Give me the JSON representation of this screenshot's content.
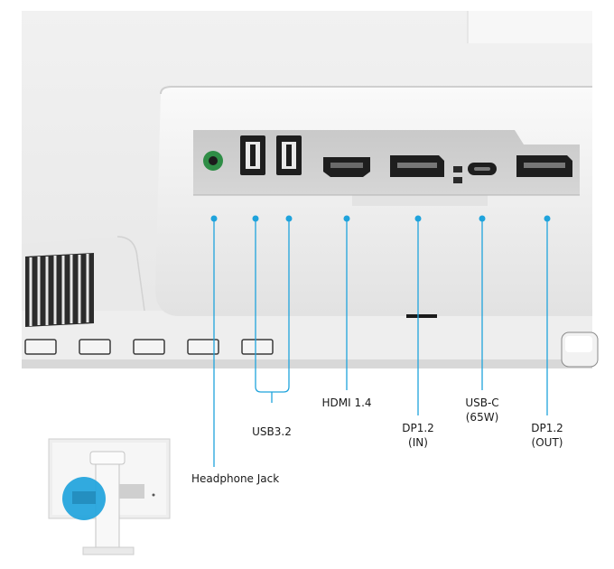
{
  "accent_color": "#1fa3dc",
  "ports": [
    {
      "id": "headphone-jack",
      "icon": "headphone-jack-icon"
    },
    {
      "id": "usb-a-1",
      "icon": "usb-a-icon"
    },
    {
      "id": "usb-a-2",
      "icon": "usb-a-icon"
    },
    {
      "id": "hdmi",
      "icon": "hdmi-port-icon"
    },
    {
      "id": "displayport-in",
      "icon": "displayport-icon"
    },
    {
      "id": "usb-c",
      "icon": "usb-c-icon"
    },
    {
      "id": "displayport-out",
      "icon": "displayport-icon"
    }
  ],
  "labels": {
    "headphone": "Headphone Jack",
    "usb": "USB3.2",
    "hdmi": "HDMI 1.4",
    "usbc_line1": "USB-C",
    "usbc_line2": "(65W)",
    "dp_in_line1": "DP1.2",
    "dp_in_line2": "(IN)",
    "dp_out_line1": "DP1.2",
    "dp_out_line2": "(OUT)"
  }
}
